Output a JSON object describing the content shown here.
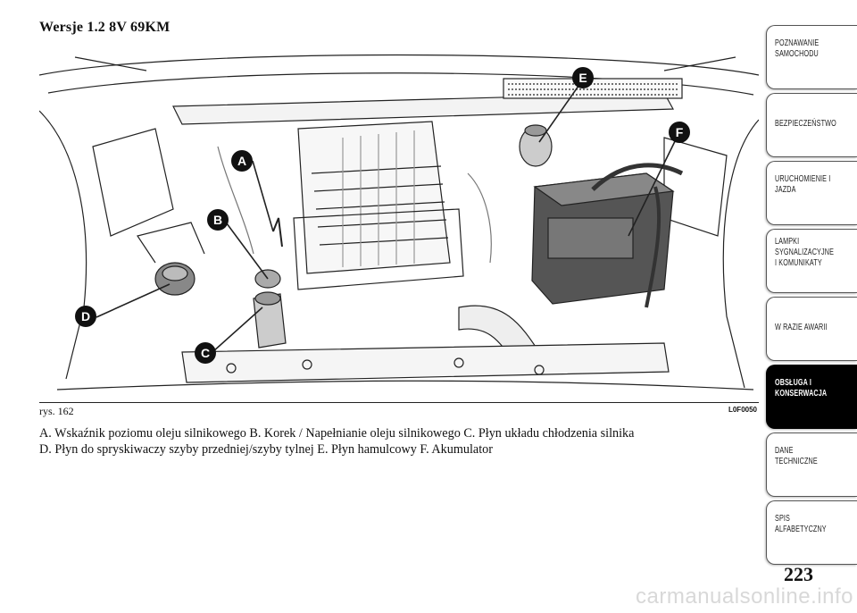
{
  "section_title": "Wersje 1.2 8V 69KM",
  "figure": {
    "number": "rys. 162",
    "code": "L0F0050",
    "callouts": [
      "A",
      "B",
      "C",
      "D",
      "E",
      "F"
    ]
  },
  "legend": {
    "line1": "A. Wskaźnik poziomu oleju silnikowego B. Korek / Napełnianie oleju silnikowego C. Płyn układu chłodzenia silnika",
    "line2": "D. Płyn do spryskiwaczy szyby przedniej/szyby tylnej E. Płyn hamulcowy F. Akumulator"
  },
  "chapter_tabs": [
    {
      "label": "POZNAWANIE\nSAMOCHODU",
      "active": false
    },
    {
      "label": "BEZPIECZEŃSTWO",
      "active": false
    },
    {
      "label": "URUCHOMIENIE I\nJAZDA",
      "active": false
    },
    {
      "label": "LAMPKI\nSYGNALIZACYJNE\nI KOMUNIKATY",
      "active": false
    },
    {
      "label": "W RAZIE AWARII",
      "active": false
    },
    {
      "label": "OBSŁUGA I\nKONSERWACJA",
      "active": true
    },
    {
      "label": "DANE\nTECHNICZNE",
      "active": false
    },
    {
      "label": "SPIS\nALFABETYCZNY",
      "active": false
    }
  ],
  "page_number": "223",
  "watermark": "carmanualsonline.info"
}
